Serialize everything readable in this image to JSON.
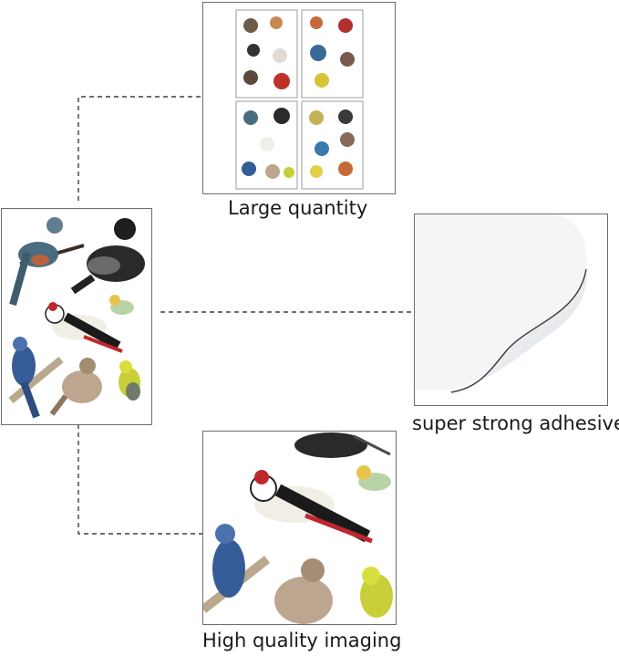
{
  "captions": {
    "large_quantity": "Large quantity",
    "adhesive": "super strong adhesive",
    "imaging": "High quality imaging"
  },
  "colors": {
    "border": "#6d6d6d",
    "connector": "#1a1a1a",
    "caption_text": "#1a1a1a"
  },
  "connector_style": "dashed",
  "panels": [
    {
      "id": "sticker-sheet",
      "content": "bird sticker sheet"
    },
    {
      "id": "four-sheets",
      "content": "four bird sticker sheets"
    },
    {
      "id": "peeling-film",
      "content": "peeling adhesive film"
    },
    {
      "id": "close-up",
      "content": "close-up of bird print"
    }
  ]
}
